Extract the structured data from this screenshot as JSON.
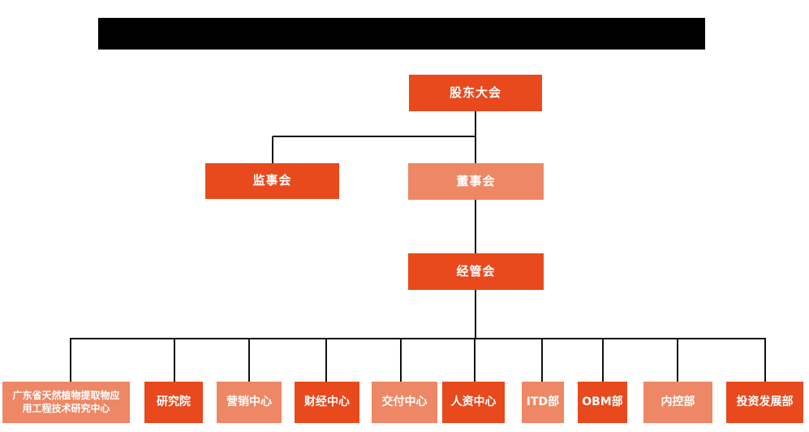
{
  "colors": {
    "node_primary": "#E8491D",
    "node_secondary": "#EE8765",
    "connector": "#111111",
    "redaction": "#000000",
    "node_text": "#ffffff",
    "background": "#ffffff"
  },
  "org_chart": {
    "root": {
      "label": "股东大会"
    },
    "level2": [
      {
        "label": "监事会"
      },
      {
        "label": "董事会"
      }
    ],
    "level3": {
      "label": "经管会"
    },
    "departments": [
      {
        "label": "广东省天然植物提取物应用工程技术研究中心"
      },
      {
        "label": "研究院"
      },
      {
        "label": "营销中心"
      },
      {
        "label": "财经中心"
      },
      {
        "label": "交付中心"
      },
      {
        "label": "人资中心"
      },
      {
        "label": "ITD部"
      },
      {
        "label": "OBM部"
      },
      {
        "label": "内控部"
      },
      {
        "label": "投资发展部"
      }
    ]
  }
}
